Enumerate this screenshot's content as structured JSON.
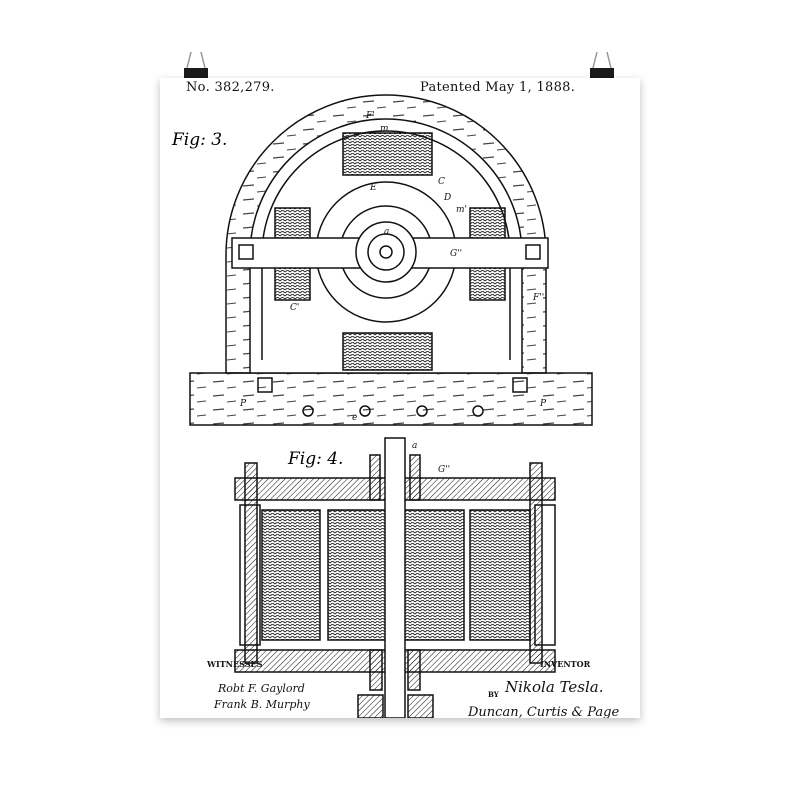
{
  "poster": {
    "patent_number": "No. 382,279.",
    "patent_date": "Patented May 1, 1888.",
    "figure_3_label": "Fig: 3.",
    "figure_4_label": "Fig: 4.",
    "witnesses_label": "WITNESSES",
    "inventor_label": "INVENTOR",
    "by_label": "BY",
    "witness_signatures": [
      "Robt F. Gaylord",
      "Frank B. Murphy"
    ],
    "inventor_signature": "Nikola Tesla.",
    "attorney_signature": "Duncan, Curtis & Page",
    "part_labels": [
      "F'",
      "m",
      "C",
      "E",
      "D",
      "m'",
      "a",
      "G''",
      "F''",
      "C'",
      "P",
      "e"
    ]
  },
  "colors": {
    "ink": "#111111",
    "paper": "#ffffff",
    "clip": "#1a1a1a"
  }
}
